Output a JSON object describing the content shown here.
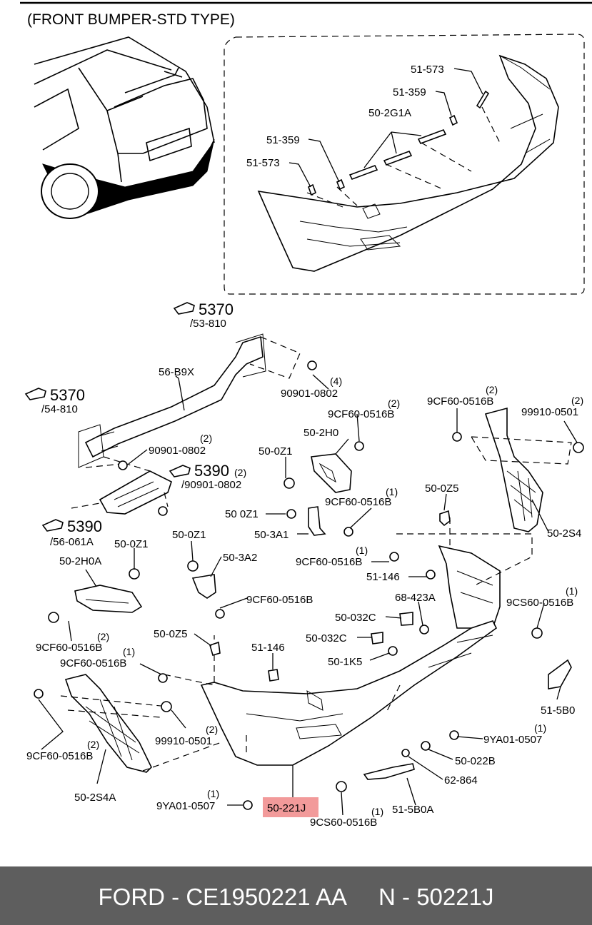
{
  "diagram": {
    "title": "(FRONT BUMPER-STD TYPE)",
    "refs": [
      {
        "id": "5370-a",
        "ref": "5370",
        "sub": "/53-810"
      },
      {
        "id": "5370-b",
        "ref": "5370",
        "sub": "/54-810"
      },
      {
        "id": "5390-a",
        "ref": "5390",
        "sub": ""
      },
      {
        "id": "5390-b",
        "ref": "5390",
        "sub": "/56-061A"
      }
    ],
    "labels": [
      {
        "id": "51-573-top",
        "text": "51-573"
      },
      {
        "id": "51-359-top",
        "text": "51-359"
      },
      {
        "id": "50-2g1a",
        "text": "50-2G1A"
      },
      {
        "id": "51-359-left",
        "text": "51-359"
      },
      {
        "id": "51-573-left",
        "text": "51-573"
      },
      {
        "id": "56-b9x",
        "text": "56-B9X"
      },
      {
        "id": "90901-0802-a",
        "text": "90901-0802",
        "qty": "(4)"
      },
      {
        "id": "9cf60-0516b-a",
        "text": "9CF60-0516B",
        "qty": "(2)"
      },
      {
        "id": "9cf60-0516b-b",
        "text": "9CF60-0516B",
        "qty": "(2)"
      },
      {
        "id": "99910-0501-a",
        "text": "99910-0501",
        "qty": "(2)"
      },
      {
        "id": "50-2h0-right",
        "text": "50-2H0"
      },
      {
        "id": "90901-0802-b",
        "text": "90901-0802",
        "qty": "(2)"
      },
      {
        "id": "50-0z1-a",
        "text": "50-0Z1"
      },
      {
        "id": "5390-qty",
        "text": "(2)"
      },
      {
        "id": "90901-0802-c",
        "text": "/90901-0802"
      },
      {
        "id": "9cf60-0516b-c",
        "text": "9CF60-0516B",
        "qty": "(1)"
      },
      {
        "id": "50-0z5-a",
        "text": "50-0Z5"
      },
      {
        "id": "50-0z1-b",
        "text": "50 0Z1"
      },
      {
        "id": "50-3a1",
        "text": "50-3A1"
      },
      {
        "id": "50-2s4",
        "text": "50-2S4"
      },
      {
        "id": "50-0z1-c",
        "text": "50-0Z1"
      },
      {
        "id": "50-0z1-d",
        "text": "50-0Z1"
      },
      {
        "id": "50-3a2",
        "text": "50-3A2"
      },
      {
        "id": "50-2h0a",
        "text": "50-2H0A"
      },
      {
        "id": "9cf60-0516b-d",
        "text": "9CF60-0516B",
        "qty": "(1)"
      },
      {
        "id": "51-146-a",
        "text": "51-146"
      },
      {
        "id": "9cf60-0516b-e",
        "text": "9CF60-0516B"
      },
      {
        "id": "68-423a",
        "text": "68-423A"
      },
      {
        "id": "9cs60-0516b-a",
        "text": "9CS60-0516B",
        "qty": "(1)"
      },
      {
        "id": "50-032c-a",
        "text": "50-032C"
      },
      {
        "id": "9cf60-0516b-f",
        "text": "9CF60-0516B",
        "qty": "(2)"
      },
      {
        "id": "50-0z5-b",
        "text": "50-0Z5"
      },
      {
        "id": "50-032c-b",
        "text": "50-032C"
      },
      {
        "id": "51-146-b",
        "text": "51-146"
      },
      {
        "id": "9cf60-0516b-g",
        "text": "9CF60-0516B",
        "qty": "(1)"
      },
      {
        "id": "50-1k5",
        "text": "50-1K5"
      },
      {
        "id": "51-5b0",
        "text": "51-5B0"
      },
      {
        "id": "99910-0501-b",
        "text": "99910-0501",
        "qty": "(2)"
      },
      {
        "id": "9ya01-0507-a",
        "text": "9YA01-0507",
        "qty": "(1)"
      },
      {
        "id": "9cf60-0516b-h",
        "text": "9CF60-0516B",
        "qty": "(2)"
      },
      {
        "id": "50-022b",
        "text": "50-022B"
      },
      {
        "id": "50-2s4a",
        "text": "50-2S4A"
      },
      {
        "id": "62-864",
        "text": "62-864"
      },
      {
        "id": "9ya01-0507-b",
        "text": "9YA01-0507",
        "qty": "(1)"
      },
      {
        "id": "50-221j",
        "text": "50-221J"
      },
      {
        "id": "51-5b0a",
        "text": "51-5B0A",
        "qty": "(1)"
      },
      {
        "id": "9cs60-0516b-b",
        "text": "9CS60-0516B"
      }
    ],
    "highlight_color": "#f29a9a"
  },
  "footer": {
    "text": "FORD - CE1950221 AA     N - 50221J",
    "background": "#5e5e5e",
    "color": "#ffffff"
  }
}
